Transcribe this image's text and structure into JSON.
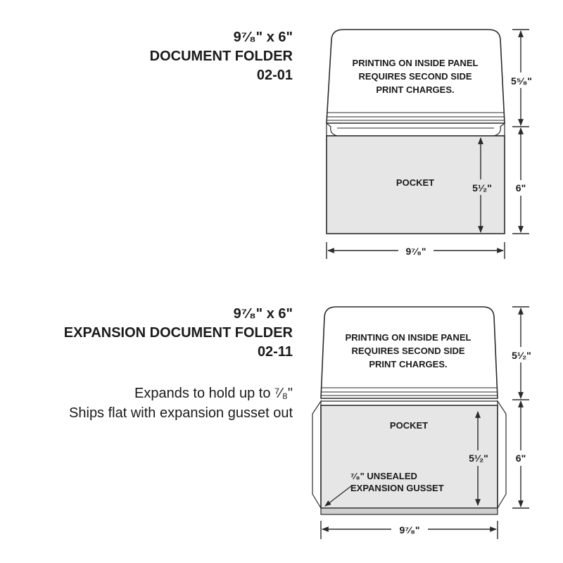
{
  "folder1": {
    "size": "9⁷⁄₈\" x 6\"",
    "name": "DOCUMENT FOLDER",
    "code": "02-01",
    "flap_note": [
      "PRINTING ON INSIDE PANEL",
      "REQUIRES SECOND SIDE",
      "PRINT CHARGES."
    ],
    "pocket_label": "POCKET",
    "dim_flap": "5⁵⁄₈\"",
    "dim_pocket": "5¹⁄₂\"",
    "dim_height": "6\"",
    "dim_width": "9⁷⁄₈\""
  },
  "folder2": {
    "size": "9⁷⁄₈\" x 6\"",
    "name": "EXPANSION DOCUMENT FOLDER",
    "code": "02-11",
    "desc": [
      "Expands to hold up to ⁷⁄₈\"",
      "Ships flat with expansion gusset out"
    ],
    "flap_note": [
      "PRINTING ON INSIDE PANEL",
      "REQUIRES SECOND SIDE",
      "PRINT CHARGES."
    ],
    "pocket_label": "POCKET",
    "gusset_note": [
      "⁷⁄₈\" UNSEALED",
      "EXPANSION GUSSET"
    ],
    "dim_flap": "5¹⁄₂\"",
    "dim_pocket": "5¹⁄₂\"",
    "dim_height": "6\"",
    "dim_width": "9⁷⁄₈\""
  },
  "colors": {
    "line": "#2a2a2a",
    "pocket": "#e6e6e6",
    "flap": "#ffffff"
  }
}
